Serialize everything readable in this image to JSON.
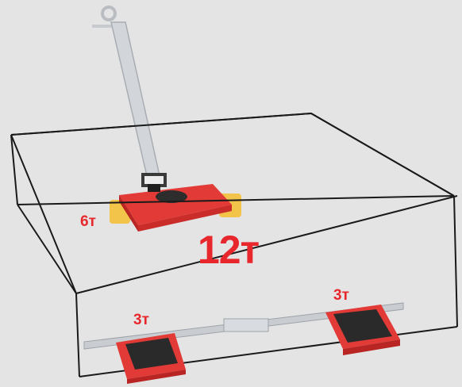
{
  "labels": {
    "front_skate_capacity": "6т",
    "total_capacity": "12т",
    "rear_left_skate_capacity": "3т",
    "rear_right_skate_capacity": "3т"
  },
  "colors": {
    "background": "#e4e4e4",
    "label_red": "#e8272c",
    "skate_red": "#e23a36",
    "roller_yellow": "#f2c44a",
    "handle_grey": "#d2d6da",
    "box_outline": "#1a1a1a"
  },
  "icons": {
    "front_skate": "steerable-skate-icon",
    "rear_skates": "fixed-skate-pair-icon",
    "load_box": "load-box-outline"
  }
}
